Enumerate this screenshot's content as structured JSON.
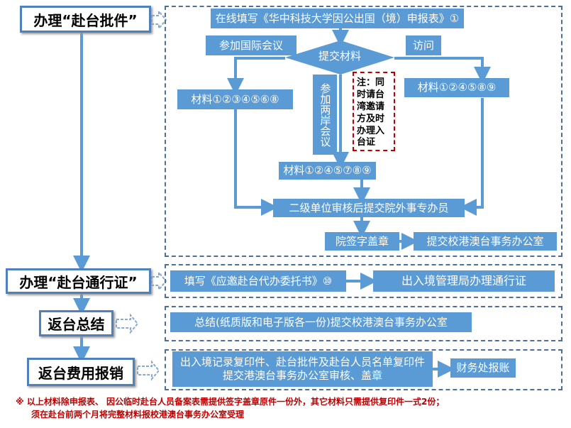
{
  "steps": {
    "approval": "办理“赴台批件”",
    "permit": "办理“赴台通行证”",
    "summary": "返台总结",
    "reimburse": "返台费用报销"
  },
  "approval": {
    "online_form": "在线填写《华中科技大学因公出国（境）申报表》①",
    "intl_conf": "参加国际会议",
    "visit": "访问",
    "decision": "提交材料",
    "materials_intl": "材料①②③④⑤⑥⑧",
    "materials_visit": "材料①②④⑤⑧⑨",
    "cross_strait": "参加两岸会议",
    "note": "注：同时请台湾邀请方及时办理入台证",
    "materials_cross": "材料①②④⑤⑦⑧⑨",
    "review": "二级单位审核后提交院外事专办员",
    "seal": "院签字盖章",
    "submit_office": "提交校港澳台事务办公室"
  },
  "permit": {
    "form": "填写《应邀赴台代办委托书》⑩",
    "bureau": "出入境管理局办理通行证"
  },
  "summary": {
    "text": "总结(纸质版和电子版各一份)提交校港澳台事务办公室"
  },
  "reimburse": {
    "text": "出入境记录复印件、赴台批件及赴台人员名单复印件提交港澳台事务办公室审核、盖章",
    "finance": "财务处报账"
  },
  "footnote": {
    "line1": "※ 以上材料除申报表、 因公临时赴台人员备案表需提供签字盖章原件一份外，其它材料只需提供复印件一式2份；",
    "line2": "须在赴台前两个月将完整材料报校港澳台事务办公室受理"
  }
}
